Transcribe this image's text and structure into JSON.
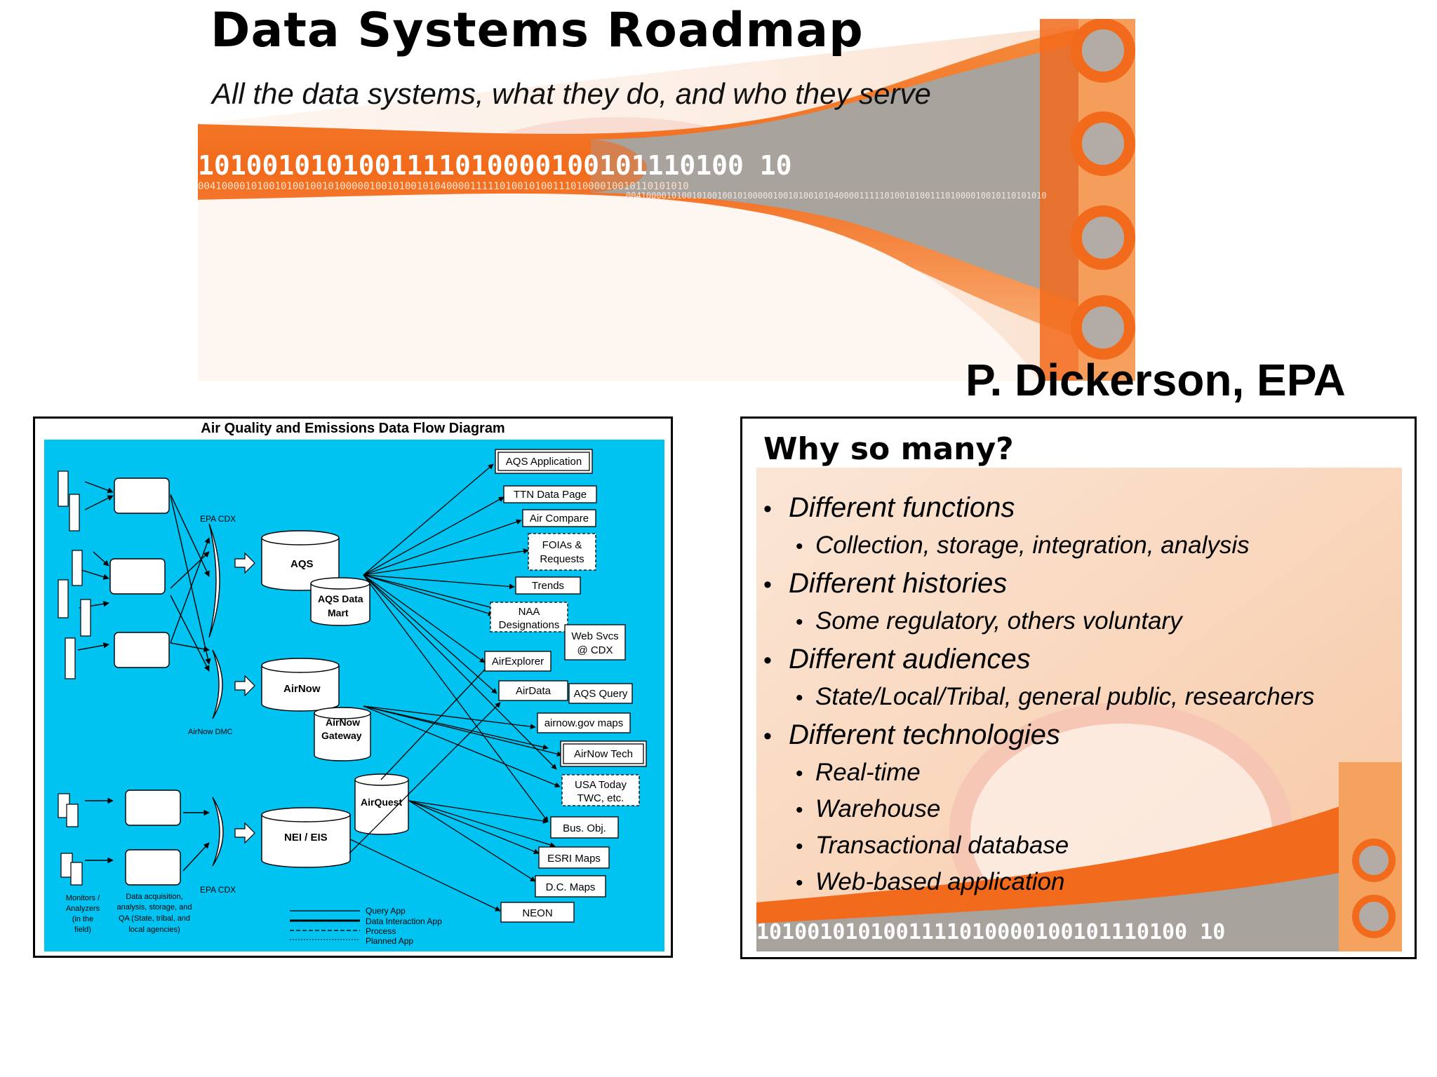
{
  "banner": {
    "title": "Data Systems Roadmap",
    "subtitle": "All the data systems, what they do, and who they serve",
    "binary_main": "1010010101001111010000100101110100 10",
    "binary_small": "00410000101001010010010100000100101001010400001111101001010011101000010010110101010"
  },
  "author": "P. Dickerson, EPA",
  "diagram": {
    "title": "Air Quality and Emissions Data Flow Diagram",
    "labels": {
      "epa_cdx_top": "EPA CDX",
      "epa_cdx_bottom": "EPA CDX",
      "airnow_dmc": "AirNow DMC",
      "aqs": "AQS",
      "aqs_data_mart_1": "AQS Data",
      "aqs_data_mart_2": "Mart",
      "airnow": "AirNow",
      "airnow_gateway_1": "AirNow",
      "airnow_gateway_2": "Gateway",
      "nei_eis": "NEI / EIS",
      "airquest": "AirQuest",
      "monitors_1": "Monitors /",
      "monitors_2": "Analyzers",
      "monitors_3": "(in the",
      "monitors_4": "field)",
      "acq_1": "Data acquisition,",
      "acq_2": "analysis, storage, and",
      "acq_3": "QA (State, tribal, and",
      "acq_4": "local agencies)"
    },
    "outputs": {
      "aqs_application": "AQS Application",
      "ttn_data_page": "TTN Data Page",
      "air_compare": "Air Compare",
      "foias_1": "FOIAs &",
      "foias_2": "Requests",
      "trends": "Trends",
      "naa_1": "NAA",
      "naa_2": "Designations",
      "web_svcs_1": "Web Svcs",
      "web_svcs_2": "@ CDX",
      "airexplorer": "AirExplorer",
      "airdata": "AirData",
      "aqs_query": "AQS Query",
      "airnow_maps": "airnow.gov maps",
      "airnow_tech": "AirNow Tech",
      "usa_today_1": "USA Today",
      "usa_today_2": "TWC, etc.",
      "bus_obj": "Bus. Obj.",
      "esri_maps": "ESRI Maps",
      "dc_maps": "D.C. Maps",
      "neon": "NEON"
    },
    "legend": [
      "Query App",
      "Data Interaction App",
      "Process",
      "Planned App"
    ]
  },
  "slide": {
    "title": "Why so many?",
    "bullets": [
      {
        "text": "Different functions",
        "sub": [
          "Collection, storage, integration, analysis"
        ]
      },
      {
        "text": "Different histories",
        "sub": [
          "Some regulatory, others voluntary"
        ]
      },
      {
        "text": "Different audiences",
        "sub": [
          "State/Local/Tribal, general public, researchers"
        ]
      },
      {
        "text": "Different technologies",
        "sub": [
          "Real-time",
          "Warehouse",
          "Transactional database",
          "Web-based application"
        ]
      }
    ],
    "binary": "1010010101001111010000100101110100 10"
  },
  "colors": {
    "orange": "#f26a1b",
    "light_orange": "#f9a25c",
    "diagram_bg": "#00c3f2"
  }
}
